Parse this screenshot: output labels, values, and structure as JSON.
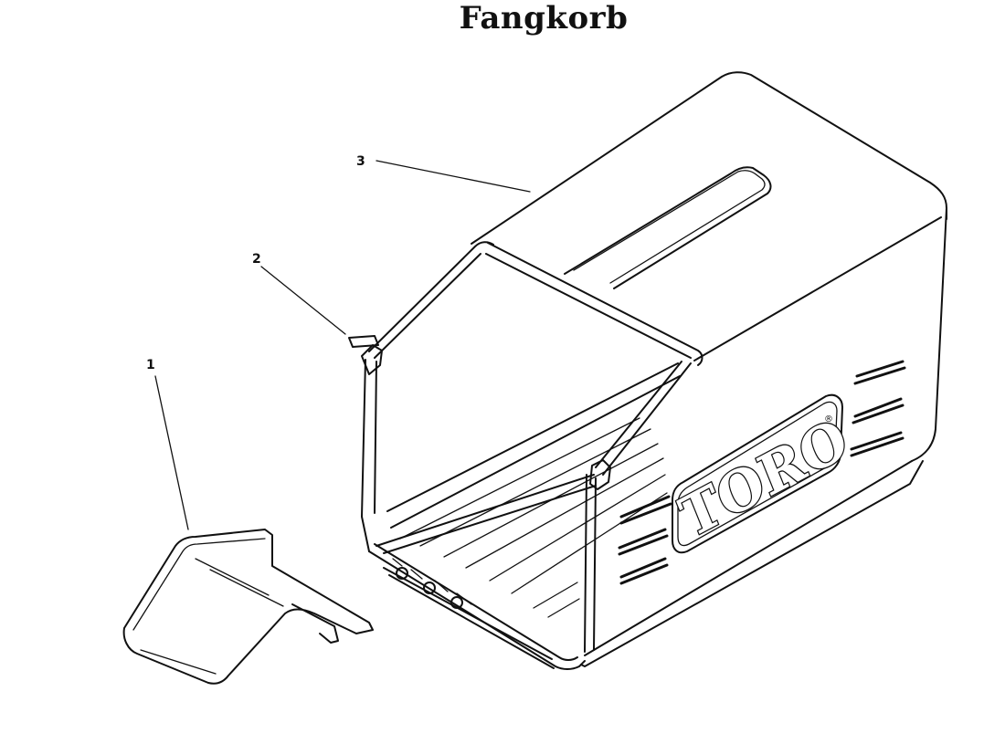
{
  "title": "Fangkorb",
  "callouts": [
    {
      "number": "1"
    },
    {
      "number": "2"
    },
    {
      "number": "3"
    }
  ],
  "brand_logo": {
    "text": "TORO",
    "registered_mark": "®"
  },
  "colors": {
    "line": "#111111",
    "background": "#ffffff"
  }
}
